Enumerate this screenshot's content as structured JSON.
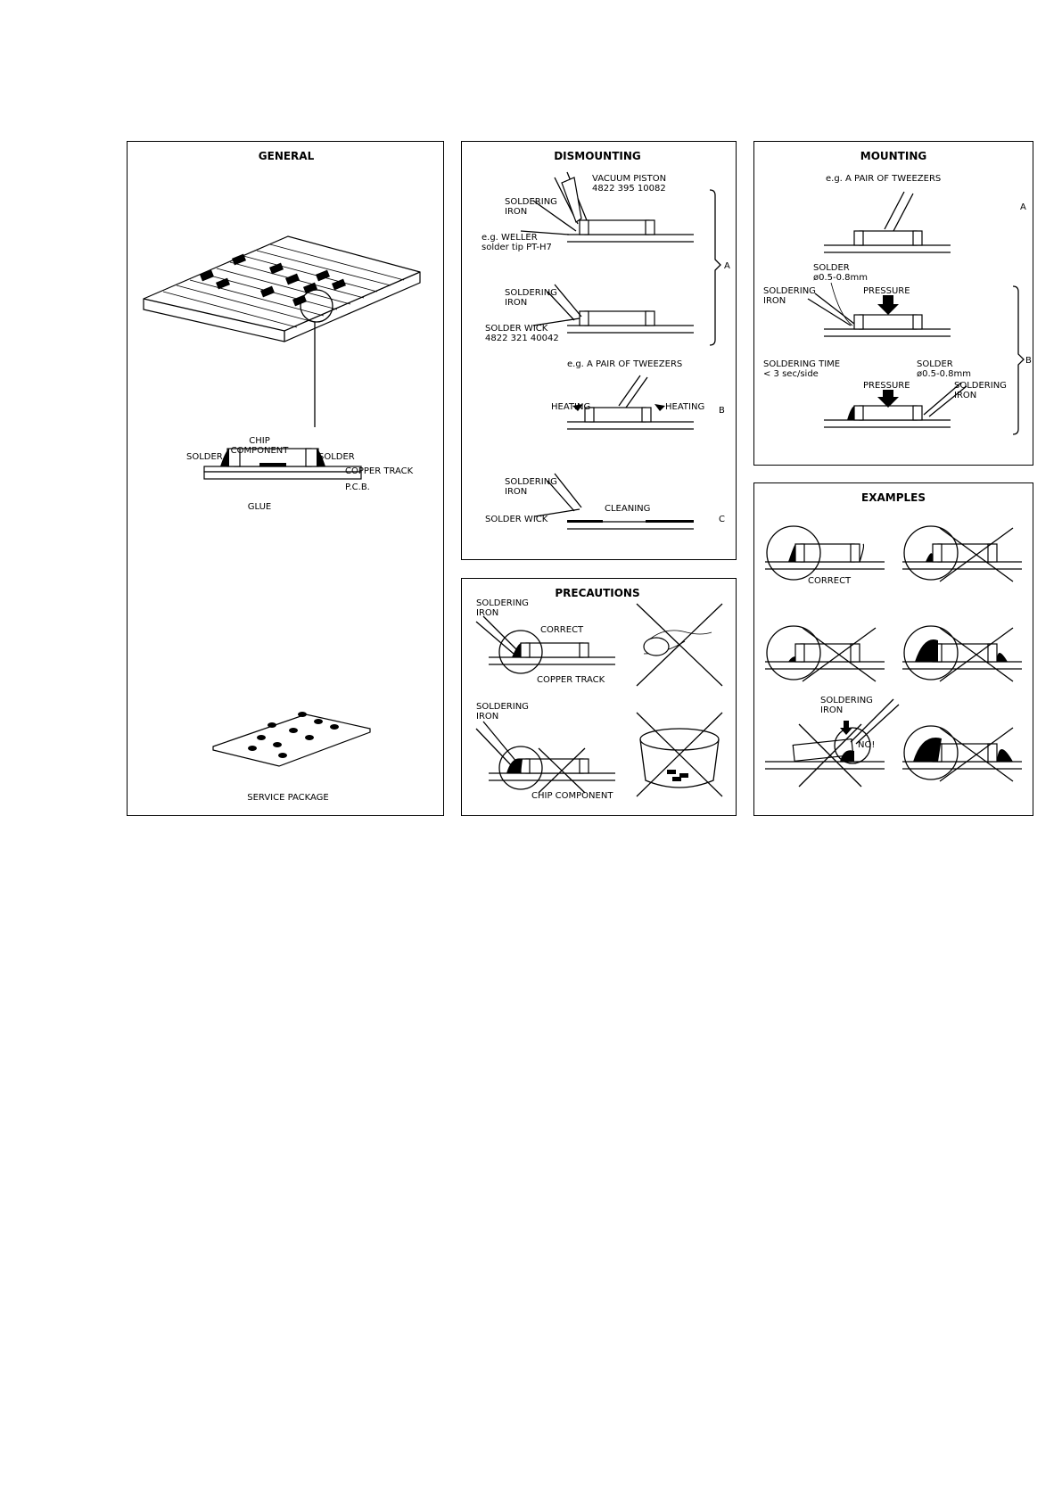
{
  "panels": {
    "general": {
      "title": "GENERAL",
      "chip": "CHIP\nCOMPONENT",
      "solder_left": "SOLDER",
      "solder_right": "SOLDER",
      "copper_track": "COPPER TRACK",
      "pcb": "P.C.B.",
      "glue": "GLUE",
      "service_package": "SERVICE PACKAGE"
    },
    "dismounting": {
      "title": "DISMOUNTING",
      "vacuum": "VACUUM PISTON\n4822 395 10082",
      "iron1": "SOLDERING\nIRON",
      "weller": "e.g. WELLER\nsolder tip PT-H7",
      "iron2": "SOLDERING\nIRON",
      "wick1": "SOLDER WICK\n4822 321 40042",
      "tweezers": "e.g. A PAIR OF TWEEZERS",
      "heating_left": "HEATING",
      "heating_right": "HEATING",
      "iron3": "SOLDERING\nIRON",
      "cleaning": "CLEANING",
      "wick2": "SOLDER WICK",
      "step_a": "A",
      "step_b": "B",
      "step_c": "C"
    },
    "mounting": {
      "title": "MOUNTING",
      "tweezers": "e.g. A PAIR OF TWEEZERS",
      "step_a": "A",
      "solder1": "SOLDER\nø0.5-0.8mm",
      "iron1": "SOLDERING\nIRON",
      "pressure1": "PRESSURE",
      "time": "SOLDERING TIME\n< 3 sec/side",
      "solder2": "SOLDER\nø0.5-0.8mm",
      "pressure2": "PRESSURE",
      "iron2": "SOLDERING\nIRON",
      "step_b": "B"
    },
    "precautions": {
      "title": "PRECAUTIONS",
      "iron1": "SOLDERING\nIRON",
      "correct": "CORRECT",
      "copper_track": "COPPER TRACK",
      "iron2": "SOLDERING\nIRON",
      "chip_component": "CHIP COMPONENT"
    },
    "examples": {
      "title": "EXAMPLES",
      "correct": "CORRECT",
      "iron": "SOLDERING\nIRON",
      "no": "NO!"
    }
  }
}
